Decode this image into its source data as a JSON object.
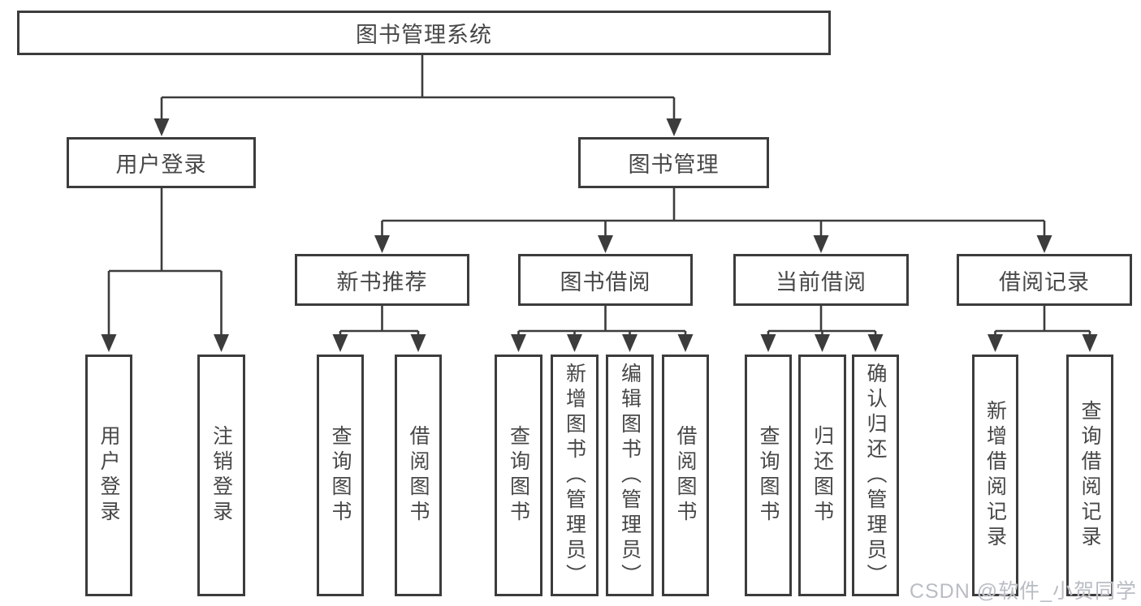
{
  "tree": {
    "label": "图书管理系统",
    "children": [
      {
        "label": "用户登录",
        "children": [
          {
            "label": "用户登录"
          },
          {
            "label": "注销登录"
          }
        ]
      },
      {
        "label": "图书管理",
        "children": [
          {
            "label": "新书推荐",
            "children": [
              {
                "label": "查询图书"
              },
              {
                "label": "借阅图书"
              }
            ]
          },
          {
            "label": "图书借阅",
            "children": [
              {
                "label": "查询图书"
              },
              {
                "label": "新增图书（管理员）"
              },
              {
                "label": "编辑图书（管理员）"
              },
              {
                "label": "借阅图书"
              }
            ]
          },
          {
            "label": "当前借阅",
            "children": [
              {
                "label": "查询图书"
              },
              {
                "label": "归还图书"
              },
              {
                "label": "确认归还（管理员）"
              }
            ]
          },
          {
            "label": "借阅记录",
            "children": [
              {
                "label": "新增借阅记录"
              },
              {
                "label": "查询借阅记录"
              }
            ]
          }
        ]
      }
    ]
  },
  "watermark": {
    "text": "CSDN @软件_小贺同学"
  },
  "colors": {
    "line_color": "#3c3c3c",
    "text_color": "#474747",
    "bg_color": "#ffffff",
    "watermark_color": "#b9bdc4"
  }
}
